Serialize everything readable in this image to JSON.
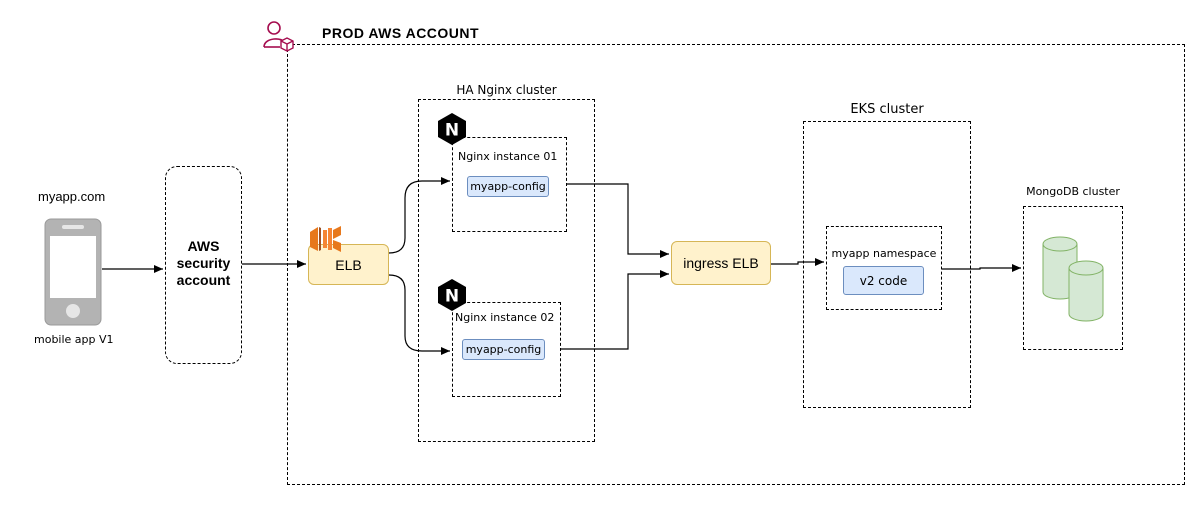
{
  "account": {
    "title": "PROD AWS ACCOUNT",
    "icon": "user-cube-icon"
  },
  "client": {
    "domain": "myapp.com",
    "device_label": "mobile app V1",
    "icon": "mobile-phone-icon"
  },
  "security": {
    "line1": "AWS",
    "line2": "security",
    "line3": "account"
  },
  "elb": {
    "label": "ELB",
    "icon": "aws-elb-icon"
  },
  "nginx_cluster": {
    "title": "HA Nginx cluster",
    "icon_letter": "N",
    "instances": [
      {
        "title": "Nginx instance 01",
        "config": "myapp-config"
      },
      {
        "title": "Nginx instance 02",
        "config": "myapp-config"
      }
    ]
  },
  "ingress": {
    "label": "ingress ELB"
  },
  "eks": {
    "title": "EKS cluster",
    "namespace_title": "myapp namespace",
    "code": "v2 code"
  },
  "mongo": {
    "title": "MongoDB cluster",
    "icon": "database-cylinder-icon"
  },
  "colors": {
    "account_icon": "#a50d4f",
    "yellow_fill": "#fff2cc",
    "yellow_stroke": "#d6b656",
    "blue_fill": "#dae8fc",
    "blue_stroke": "#6c8ebf",
    "db_fill": "#d5e8d4",
    "db_stroke": "#82b366",
    "elb_orange": "#e7781c"
  }
}
